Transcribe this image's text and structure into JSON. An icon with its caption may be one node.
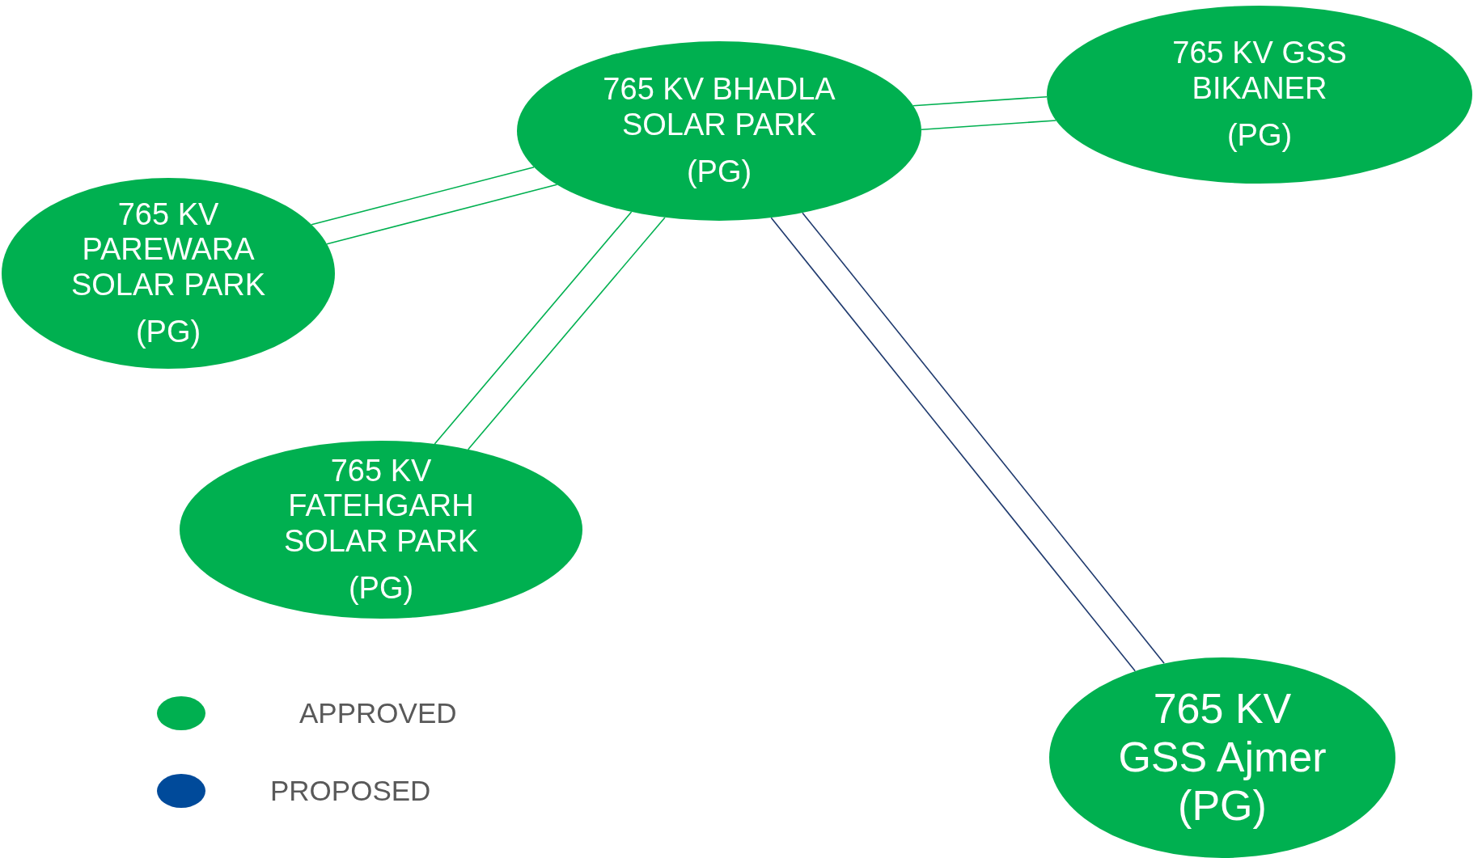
{
  "diagram": {
    "nodes": [
      {
        "text": [
          "765 KV BHADLA SOLAR PARK",
          "(PG)"
        ]
      },
      {
        "text": [
          "765 KV GSS BIKANER",
          "(PG)"
        ]
      },
      {
        "text": [
          "765 KV PAREWARA SOLAR PARK",
          "(PG)"
        ]
      },
      {
        "text": [
          "765 KV FATEHGARH SOLAR PARK",
          "(PG)"
        ]
      },
      {
        "text": [
          "765 KV GSS Ajmer (PG)"
        ]
      }
    ],
    "edges": [
      {
        "from": 0,
        "to": 1,
        "arrow": "none"
      },
      {
        "from": 0,
        "to": 1,
        "arrow": "none"
      },
      {
        "from": 0,
        "to": 2,
        "arrow": "none"
      },
      {
        "from": 0,
        "to": 2,
        "arrow": "none"
      },
      {
        "from": 0,
        "to": 3,
        "arrow": "none"
      },
      {
        "from": 0,
        "to": 3,
        "arrow": "none"
      },
      {
        "from": 0,
        "to": 4,
        "arrow": "none",
        "color": "#1f3a6e"
      },
      {
        "from": 0,
        "to": 4,
        "arrow": "none",
        "color": "#1f3a6e"
      }
    ],
    "legend": [
      {
        "text": "APPROVED",
        "color": "#00b050"
      },
      {
        "text": "PROPOSED",
        "color": "#004a9a"
      }
    ]
  }
}
